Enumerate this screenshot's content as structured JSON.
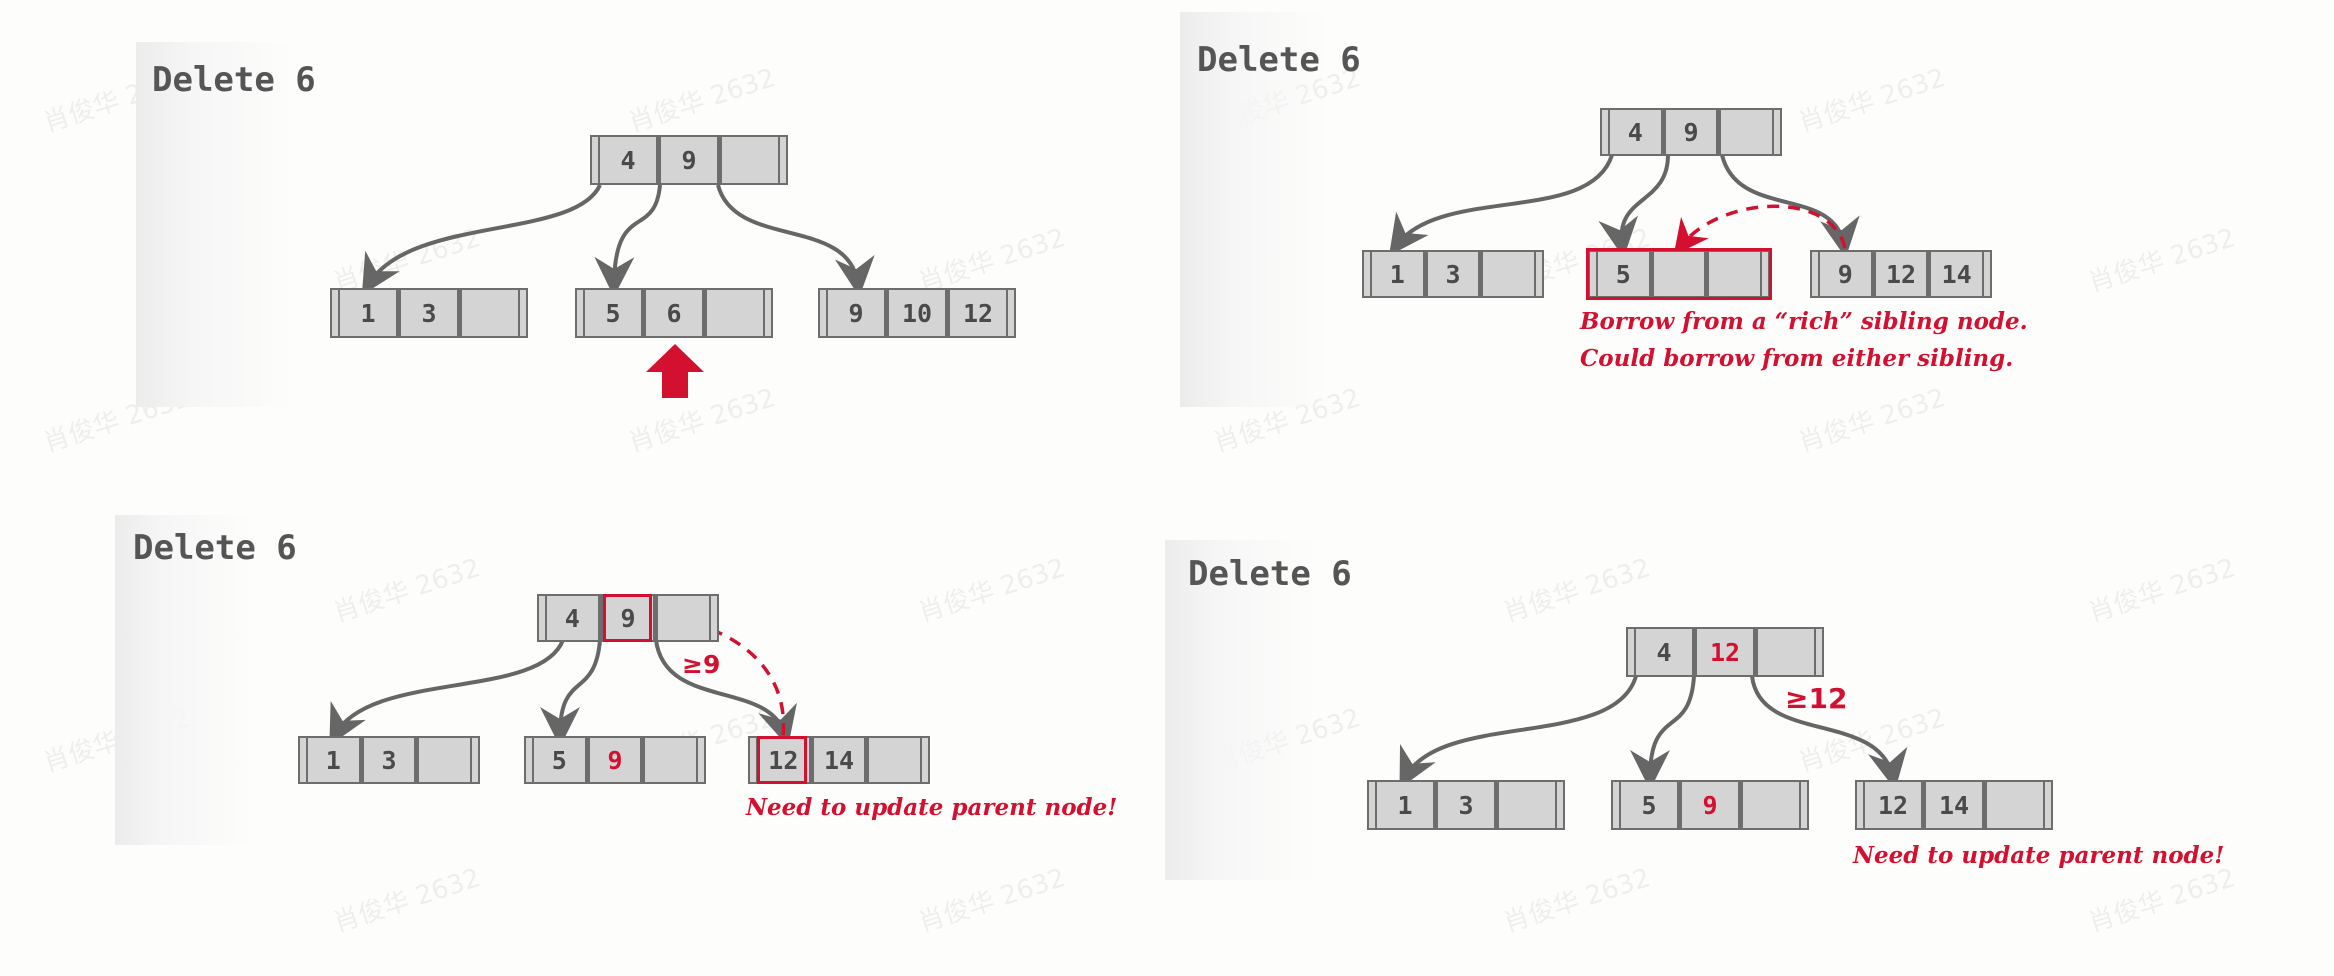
{
  "panels": [
    {
      "title": "Delete 6",
      "nodes": {
        "root": [
          "4",
          "9",
          ""
        ],
        "left": [
          "1",
          "3",
          ""
        ],
        "middle": [
          "5",
          "6",
          ""
        ],
        "right": [
          "9",
          "10",
          "12"
        ]
      }
    },
    {
      "title": "Delete 6",
      "nodes": {
        "root": [
          "4",
          "9",
          ""
        ],
        "left": [
          "1",
          "3",
          ""
        ],
        "middle": [
          "5",
          "",
          ""
        ],
        "right": [
          "9",
          "12",
          "14"
        ]
      },
      "notes": [
        "Borrow from a “rich” sibling node.",
        "Could borrow from either sibling."
      ]
    },
    {
      "title": "Delete 6",
      "nodes": {
        "root": [
          "4",
          "9",
          ""
        ],
        "left": [
          "1",
          "3",
          ""
        ],
        "middle": [
          "5",
          "9",
          ""
        ],
        "right": [
          "12",
          "14",
          ""
        ]
      },
      "range_label": "≥9",
      "note": "Need to update parent node!"
    },
    {
      "title": "Delete 6",
      "nodes": {
        "root": [
          "4",
          "12",
          ""
        ],
        "left": [
          "1",
          "3",
          ""
        ],
        "middle": [
          "5",
          "9",
          ""
        ],
        "right": [
          "12",
          "14",
          ""
        ]
      },
      "range_label": "≥12",
      "note": "Need to update parent node!"
    }
  ],
  "watermark": "肖俊华 2632",
  "colors": {
    "highlight": "#d41030",
    "node_fill": "#d4d4d4",
    "node_stroke": "#6d6d6d",
    "edge": "#666666"
  }
}
